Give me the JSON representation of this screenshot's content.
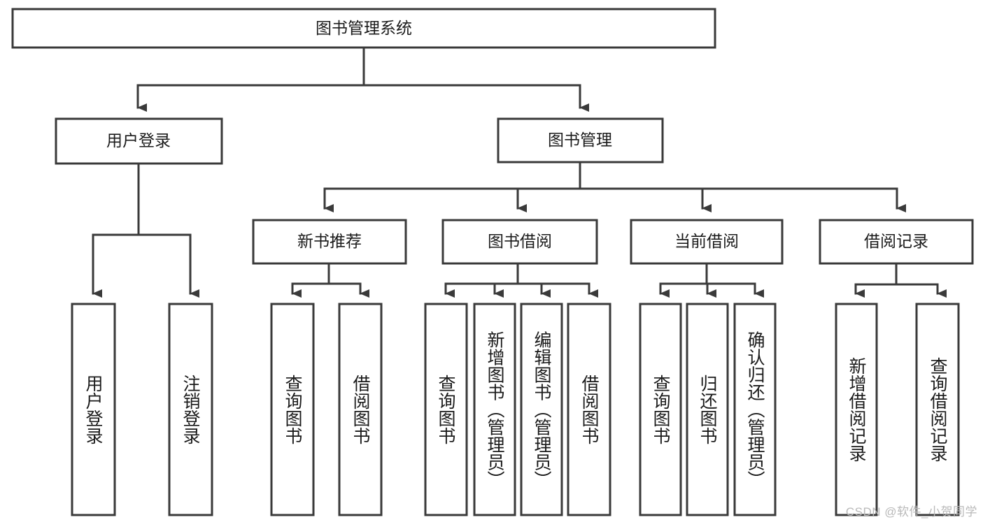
{
  "diagram": {
    "title": "图书管理系统",
    "type": "tree-hierarchy",
    "root": {
      "label": "图书管理系统"
    },
    "level2": [
      {
        "label": "用户登录"
      },
      {
        "label": "图书管理"
      }
    ],
    "level3": [
      {
        "label": "新书推荐"
      },
      {
        "label": "图书借阅"
      },
      {
        "label": "当前借阅"
      },
      {
        "label": "借阅记录"
      }
    ],
    "leaves": {
      "user_login": [
        {
          "label": "用户登录"
        },
        {
          "label": "注销登录"
        }
      ],
      "new_book_recommend": [
        {
          "label": "查询图书"
        },
        {
          "label": "借阅图书"
        }
      ],
      "book_borrow": [
        {
          "label": "查询图书"
        },
        {
          "label": "新增图书（管理员）"
        },
        {
          "label": "编辑图书（管理员）"
        },
        {
          "label": "借阅图书"
        }
      ],
      "current_borrow": [
        {
          "label": "查询图书"
        },
        {
          "label": "归还图书"
        },
        {
          "label": "确认归还（管理员）"
        }
      ],
      "borrow_records": [
        {
          "label": "新增借阅记录"
        },
        {
          "label": "查询借阅记录"
        }
      ]
    }
  },
  "watermark": {
    "text": "CSDN @软件_小贺同学"
  },
  "colors": {
    "stroke": "#3a3a3a",
    "box_fill": "#ffffff",
    "text": "#1b1b1b",
    "watermark": "#b9b9b9",
    "background": "#ffffff"
  }
}
